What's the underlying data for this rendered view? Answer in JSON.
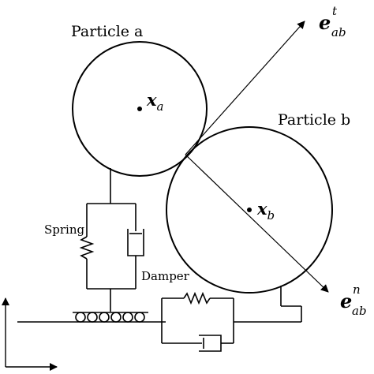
{
  "particle_a": {
    "label": "Particle a",
    "center_main": "x",
    "center_sub": "a"
  },
  "particle_b": {
    "label": "Particle b",
    "center_main": "x",
    "center_sub": "b"
  },
  "vector_t": {
    "main": "e",
    "sup": "t",
    "sub": "ab"
  },
  "vector_n": {
    "main": "e",
    "sup": "n",
    "sub": "ab"
  },
  "spring_label": "Spring",
  "damper_label": "Damper"
}
